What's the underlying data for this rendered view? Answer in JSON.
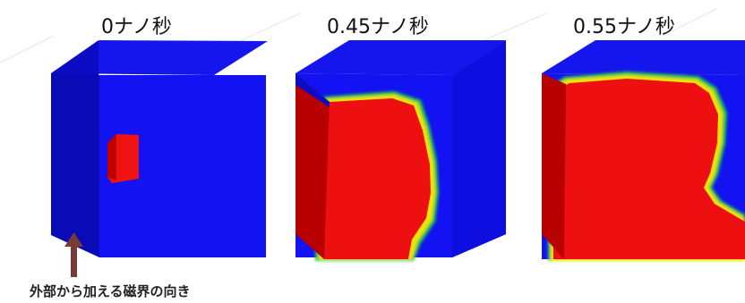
{
  "labels": {
    "t0": "0ナノ秒",
    "t1": "0.45ナノ秒",
    "t2": "0.55ナノ秒"
  },
  "caption": "外部から加える磁界の向き",
  "colors": {
    "domain_blue": "#1010f5",
    "domain_blue_dark": "#0808b8",
    "domain_red": "#ee1010",
    "domain_red_dark": "#b00000",
    "boundary_yellow": "#f2e400",
    "boundary_green": "#22c84a",
    "arrow": "#7a3b36",
    "background_line": "#e6e6e6"
  },
  "icons": {
    "field_arrow": "up-arrow-icon"
  }
}
